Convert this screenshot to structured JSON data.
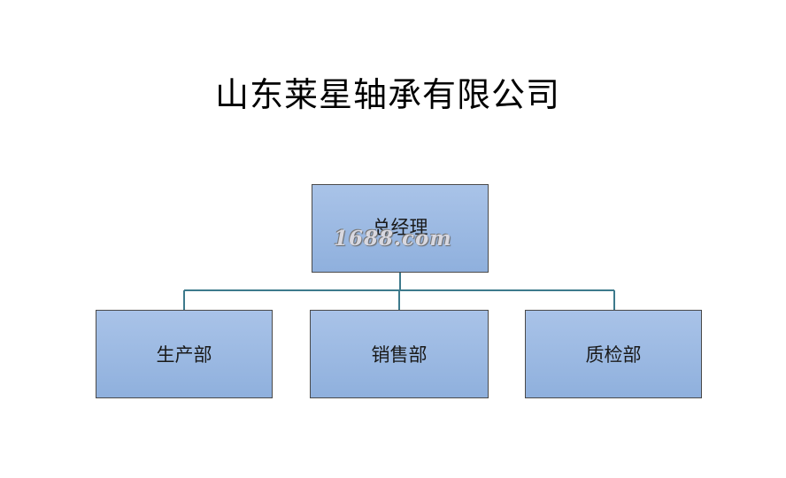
{
  "diagram": {
    "title": "山东莱星轴承有限公司",
    "root": {
      "label": "总经理"
    },
    "children": [
      {
        "label": "生产部"
      },
      {
        "label": "销售部"
      },
      {
        "label": "质检部"
      }
    ]
  },
  "watermark": {
    "text": "1688.com"
  },
  "colors": {
    "box_fill_top": "#a9c3e8",
    "box_fill_bottom": "#8fb0dd",
    "box_border": "#4a4a4a",
    "connector": "#3d7a8c"
  }
}
